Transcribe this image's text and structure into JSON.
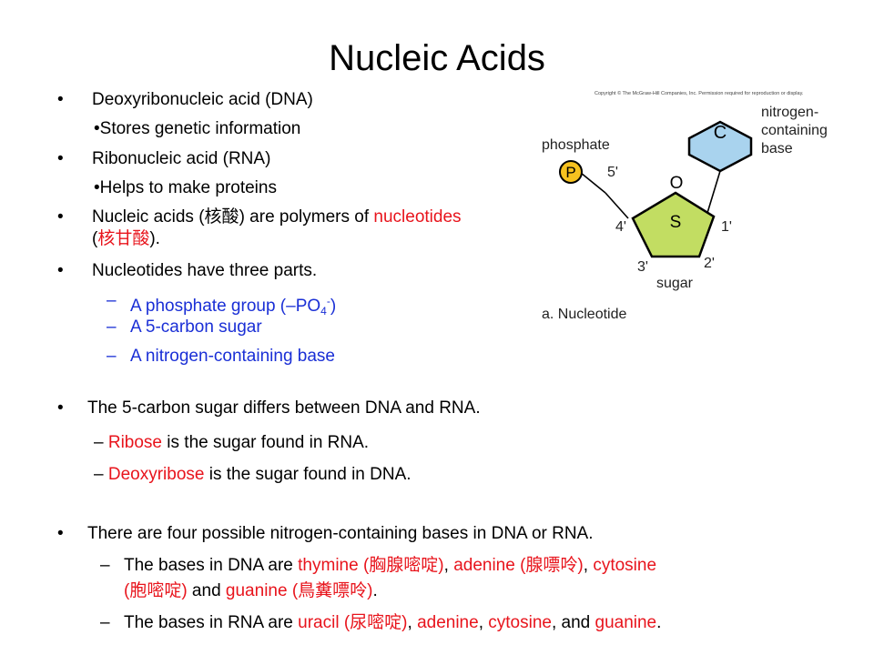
{
  "title": "Nucleic Acids",
  "bullet_char": "•",
  "dash_char": "–",
  "top": {
    "b1": "Deoxyribonucleic acid (DNA)",
    "b1_sub": "•Stores genetic information",
    "b2": "Ribonucleic acid (RNA)",
    "b2_sub": "•Helps to make proteins",
    "b3_pre": "Nucleic acids (",
    "b3_cn": "核酸",
    "b3_mid": ") are polymers of ",
    "b3_red": "nucleotides",
    "b3_line2_open": "(",
    "b3_line2_red": "核甘酸",
    "b3_line2_close": ").",
    "b4": "Nucleotides have three parts.",
    "parts": {
      "p1_pre": "A phosphate group (–PO",
      "p1_sub": "4",
      "p1_sup": "-",
      "p1_close": ")",
      "p2": "A 5-carbon sugar",
      "p3": "A nitrogen-containing base"
    }
  },
  "middle": {
    "b1": "The 5-carbon sugar differs between DNA and RNA.",
    "d1_dash": "– ",
    "d1_red": "Ribose",
    "d1_rest": " is the sugar found in RNA.",
    "d2_dash": "– ",
    "d2_red": "Deoxyribose",
    "d2_rest": " is the sugar found in DNA."
  },
  "bottom": {
    "b1": "There are four possible nitrogen-containing bases in DNA or RNA.",
    "l1_a": "The bases in DNA are ",
    "l1_thymine": "thymine (胸腺嘧啶)",
    "l1_b": ", ",
    "l1_adenine": "adenine (腺嘌呤)",
    "l1_c": ", ",
    "l1_cytosine": "cytosine",
    "l2_cytosine": "(胞嘧啶)",
    "l2_and": " and ",
    "l2_guanine": "guanine (鳥糞嘌呤)",
    "l2_end": ".",
    "l3_a": "The bases in RNA are ",
    "l3_uracil": "uracil (尿嘧啶)",
    "l3_b": ", ",
    "l3_adenine": "adenine",
    "l3_c": ", ",
    "l3_cytosine": "cytosine",
    "l3_d": ", and ",
    "l3_guanine": "guanine",
    "l3_end": "."
  },
  "diagram": {
    "copyright": "Copyright © The McGraw-Hill Companies, Inc. Permission required for reproduction or display.",
    "phosphate_label": "phosphate",
    "p_letter": "P",
    "five_prime": "5'",
    "o_letter": "O",
    "s_letter": "S",
    "four_prime": "4'",
    "one_prime": "1'",
    "three_prime": "3'",
    "two_prime": "2'",
    "sugar_label": "sugar",
    "c_letter": "C",
    "base_label_1": "nitrogen-",
    "base_label_2": "containing",
    "base_label_3": "base",
    "caption": "a. Nucleotide",
    "colors": {
      "phosphate_fill": "#f7c21f",
      "sugar_fill": "#c2dd62",
      "base_fill": "#a9d3ee",
      "stroke": "#000000",
      "label": "#222222"
    }
  }
}
